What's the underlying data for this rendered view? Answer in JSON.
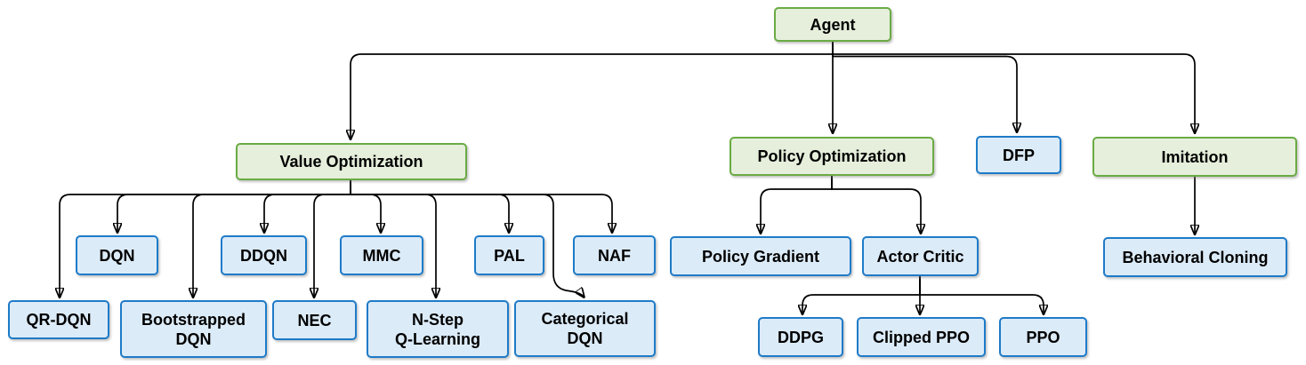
{
  "diagram": {
    "type": "tree",
    "colors": {
      "green_border": "#6aab44",
      "green_fill": "#e5efdb",
      "blue_border": "#1e7bc8",
      "blue_fill": "#dcebf8",
      "line": "#000000",
      "text": "#000000",
      "background": "#ffffff"
    },
    "nodes": {
      "agent": {
        "label": "Agent",
        "style": "green"
      },
      "value_optimization": {
        "label": "Value Optimization",
        "style": "green"
      },
      "policy_optimization": {
        "label": "Policy Optimization",
        "style": "green"
      },
      "dfp": {
        "label": "DFP",
        "style": "blue"
      },
      "imitation": {
        "label": "Imitation",
        "style": "green"
      },
      "dqn": {
        "label": "DQN",
        "style": "blue"
      },
      "ddqn": {
        "label": "DDQN",
        "style": "blue"
      },
      "mmc": {
        "label": "MMC",
        "style": "blue"
      },
      "pal": {
        "label": "PAL",
        "style": "blue"
      },
      "naf": {
        "label": "NAF",
        "style": "blue"
      },
      "qr_dqn": {
        "label": "QR-DQN",
        "style": "blue"
      },
      "bootstrapped_dqn": {
        "label": "Bootstrapped\nDQN",
        "style": "blue"
      },
      "nec": {
        "label": "NEC",
        "style": "blue"
      },
      "n_step_q_learning": {
        "label": "N-Step\nQ-Learning",
        "style": "blue"
      },
      "categorical_dqn": {
        "label": "Categorical\nDQN",
        "style": "blue"
      },
      "policy_gradient": {
        "label": "Policy Gradient",
        "style": "blue"
      },
      "actor_critic": {
        "label": "Actor Critic",
        "style": "blue"
      },
      "behavioral_cloning": {
        "label": "Behavioral Cloning",
        "style": "blue"
      },
      "ddpg": {
        "label": "DDPG",
        "style": "blue"
      },
      "clipped_ppo": {
        "label": "Clipped PPO",
        "style": "blue"
      },
      "ppo": {
        "label": "PPO",
        "style": "blue"
      }
    },
    "edges": [
      {
        "from": "Agent",
        "to": "Value Optimization"
      },
      {
        "from": "Agent",
        "to": "Policy Optimization"
      },
      {
        "from": "Agent",
        "to": "DFP"
      },
      {
        "from": "Agent",
        "to": "Imitation"
      },
      {
        "from": "Value Optimization",
        "to": "QR-DQN"
      },
      {
        "from": "Value Optimization",
        "to": "DQN"
      },
      {
        "from": "Value Optimization",
        "to": "Bootstrapped DQN"
      },
      {
        "from": "Value Optimization",
        "to": "DDQN"
      },
      {
        "from": "Value Optimization",
        "to": "NEC"
      },
      {
        "from": "Value Optimization",
        "to": "MMC"
      },
      {
        "from": "Value Optimization",
        "to": "N-Step Q-Learning"
      },
      {
        "from": "Value Optimization",
        "to": "PAL"
      },
      {
        "from": "Value Optimization",
        "to": "Categorical DQN"
      },
      {
        "from": "Value Optimization",
        "to": "NAF"
      },
      {
        "from": "Policy Optimization",
        "to": "Policy Gradient"
      },
      {
        "from": "Policy Optimization",
        "to": "Actor Critic"
      },
      {
        "from": "Actor Critic",
        "to": "DDPG"
      },
      {
        "from": "Actor Critic",
        "to": "Clipped PPO"
      },
      {
        "from": "Actor Critic",
        "to": "PPO"
      },
      {
        "from": "Imitation",
        "to": "Behavioral Cloning"
      }
    ]
  }
}
